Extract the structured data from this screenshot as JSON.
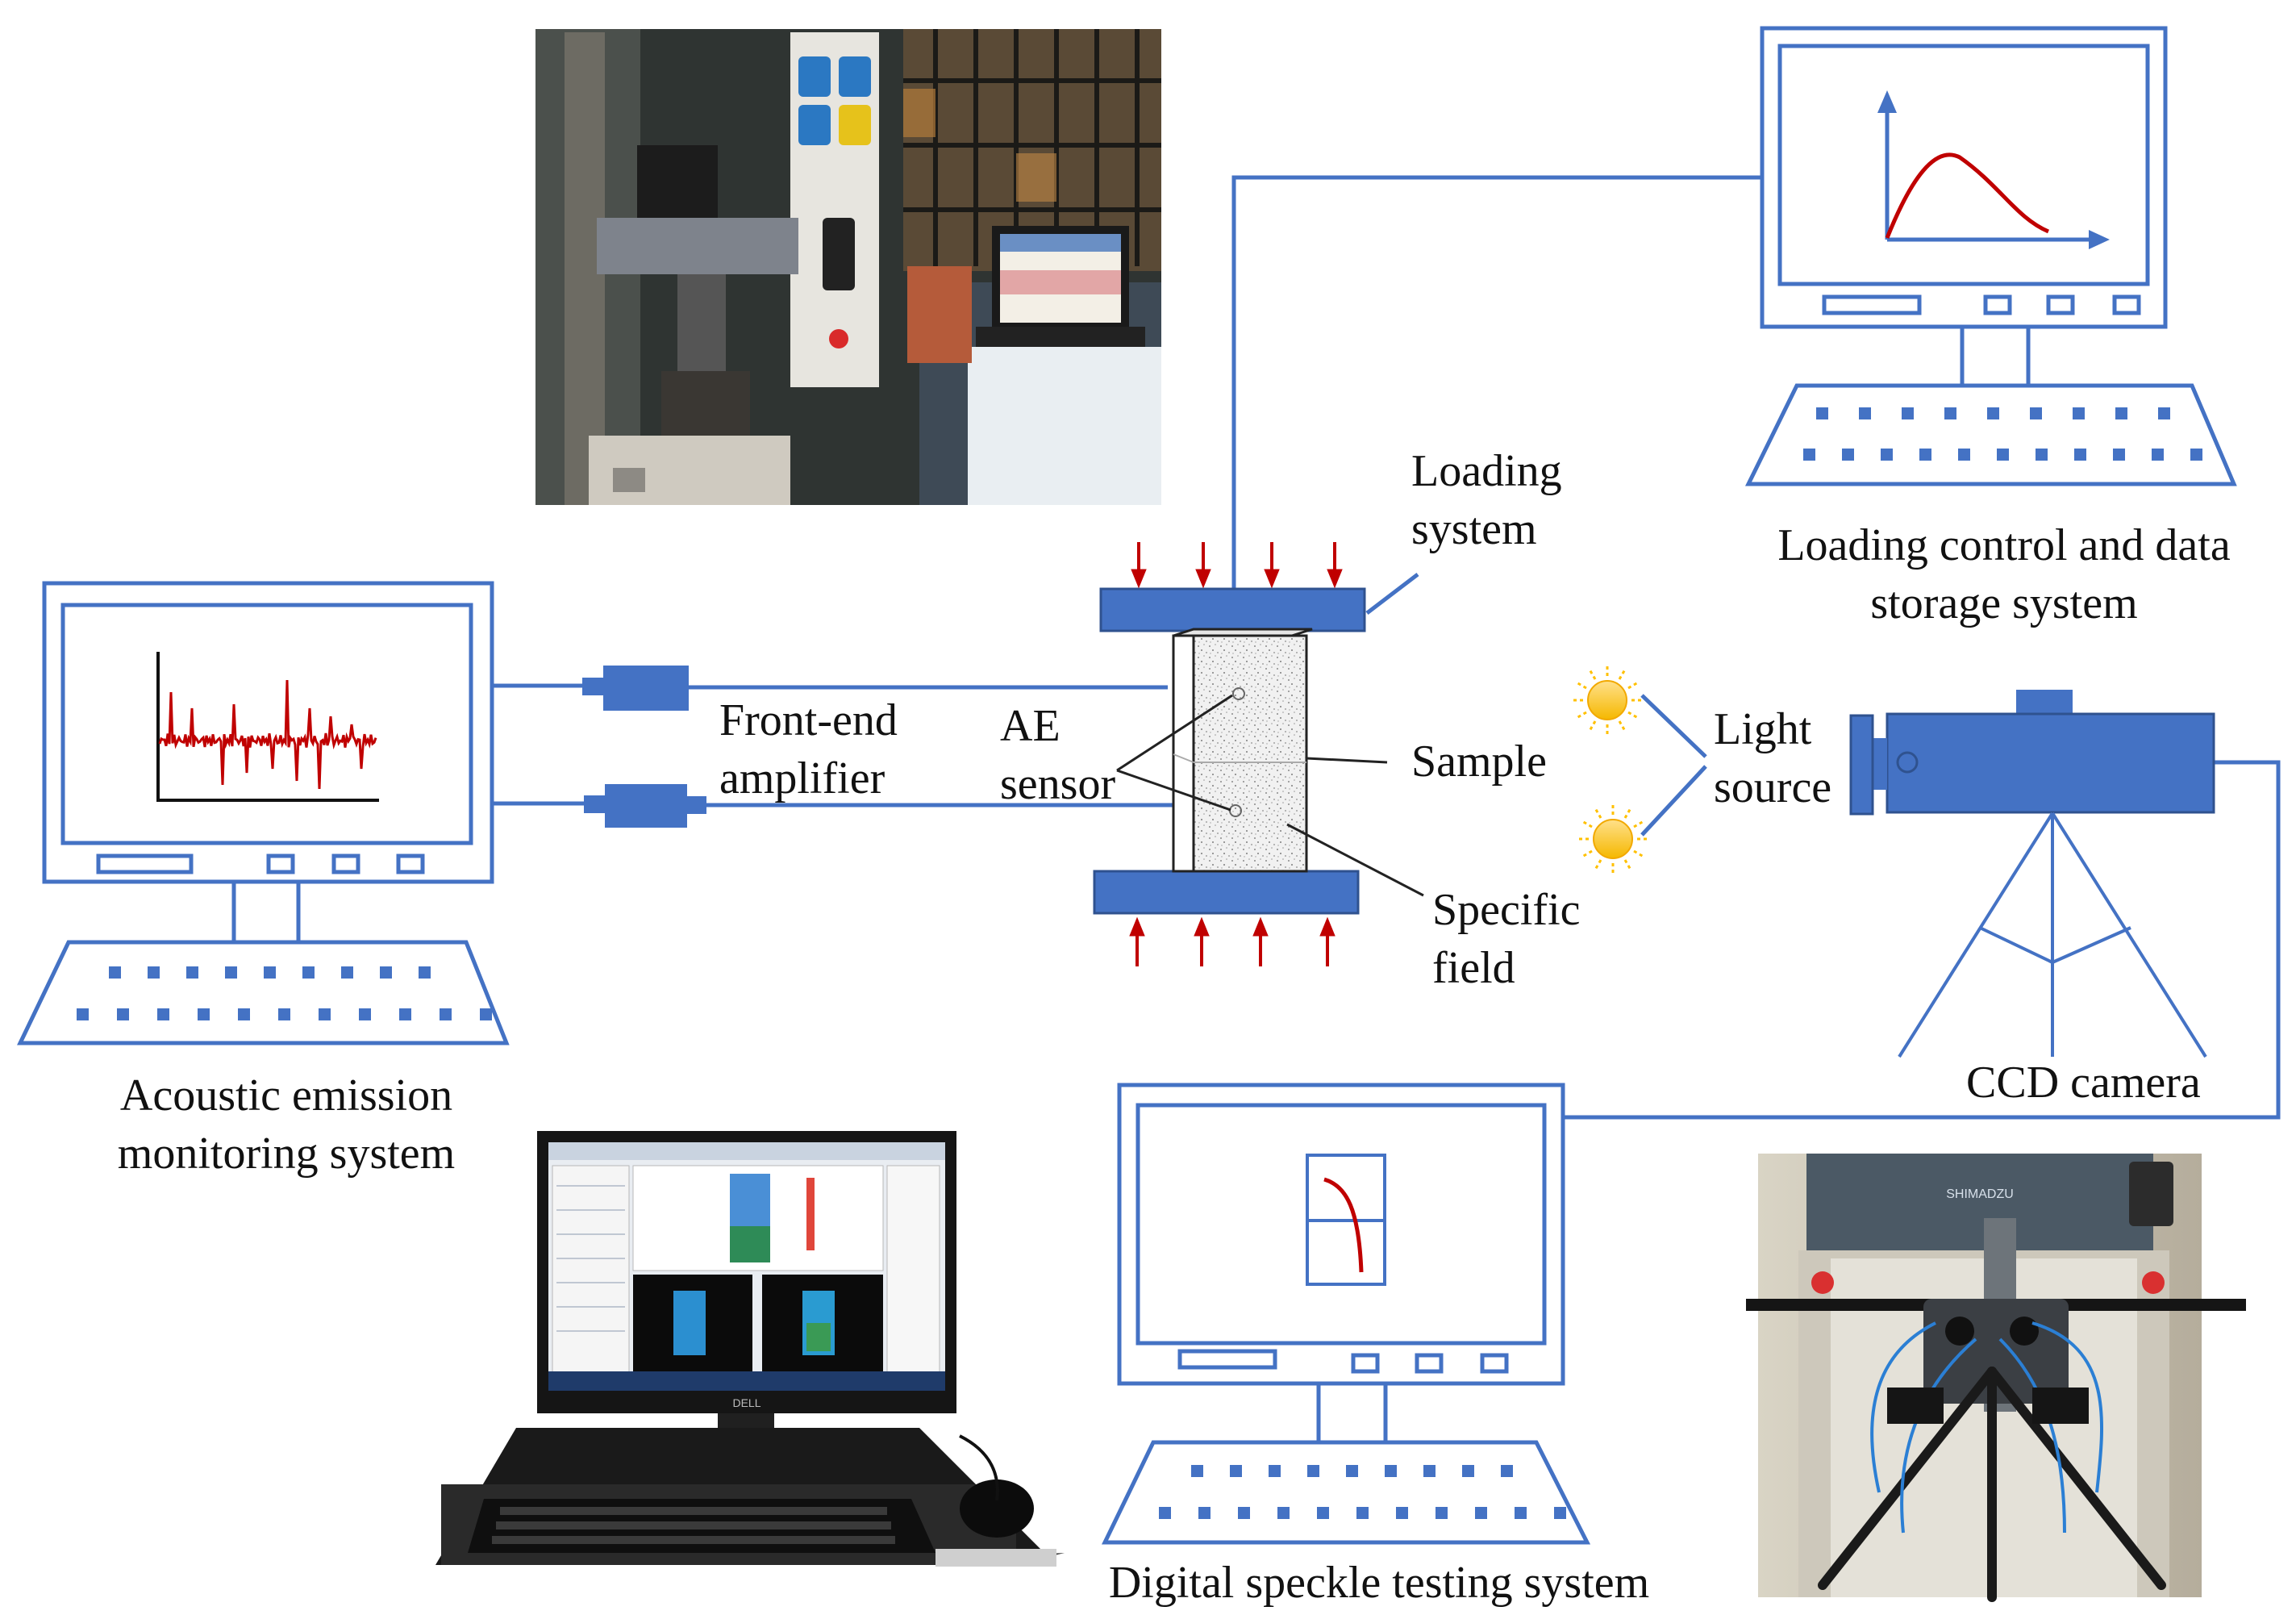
{
  "labels": {
    "loading_system": [
      "Loading",
      "system"
    ],
    "loading_control": [
      "Loading control and data",
      "storage system"
    ],
    "front_end_amplifier": [
      "Front-end",
      "amplifier"
    ],
    "ae_sensor": [
      "AE",
      "sensor"
    ],
    "sample": "Sample",
    "specific_field": [
      "Specific",
      "field"
    ],
    "light_source": [
      "Light",
      "source"
    ],
    "ccd_camera": "CCD camera",
    "acoustic_emission": [
      "Acoustic emission",
      "monitoring system"
    ],
    "digital_speckle": "Digital speckle testing system"
  },
  "photos": {
    "loading_machine": "testing machine photograph",
    "ae_workstation": "AE monitoring workstation photograph",
    "dic_setup": "DIC camera setup photograph",
    "monitor_brand": "DELL",
    "machine_brand": "SHIMADZU"
  },
  "colors": {
    "line": "#4472C4",
    "fill": "#4472C4",
    "arrow": "#C00000",
    "curve": "#C00000",
    "sun": "#FFC000"
  },
  "icons": {
    "monitor": "monitor-icon",
    "keyboard": "keyboard-icon",
    "sun": "sun-icon",
    "camera": "ccd-camera-icon",
    "tripod": "tripod-icon"
  }
}
